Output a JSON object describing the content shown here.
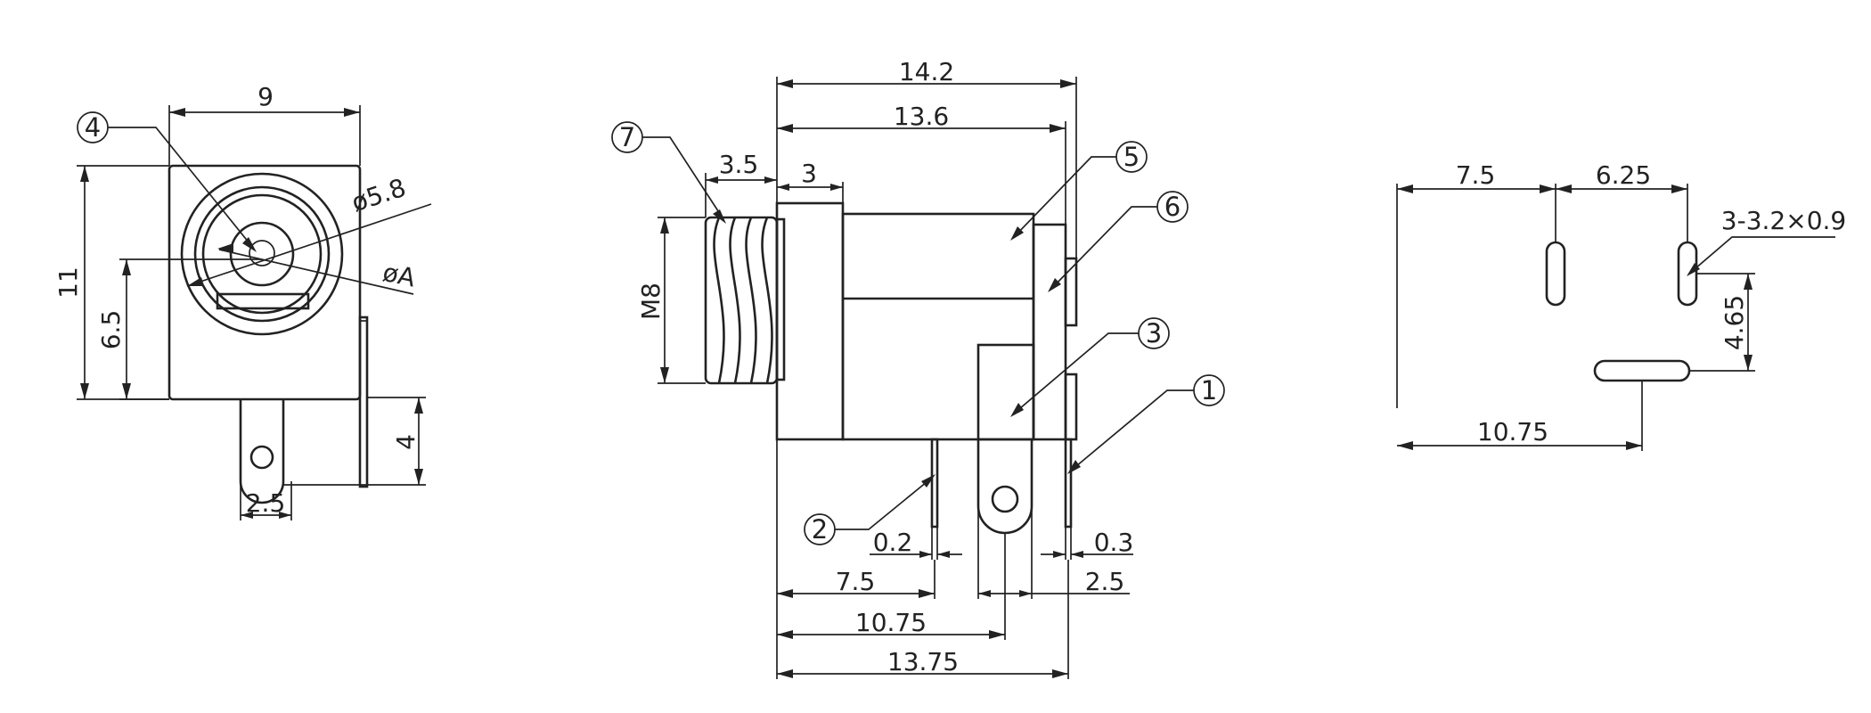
{
  "front_view": {
    "width": "9",
    "height": "11",
    "center_height": "6.5",
    "outer_dia": "ø5.8",
    "inner_dia": "øA",
    "lug_height": "4",
    "lug_width": "2.5",
    "callout_4": "4"
  },
  "side_view": {
    "overall_len": "14.2",
    "body_len": "13.6",
    "thread_len": "3.5",
    "collar_len": "3",
    "thread_dia": "M8",
    "pin_thk_a": "0.2",
    "pin_thk_b": "0.3",
    "pin_pos_a": "7.5",
    "pin_pos_b": "10.75",
    "pin_pos_c": "13.75",
    "lug_width": "2.5",
    "callouts": [
      "7",
      "5",
      "6",
      "3",
      "1",
      "2"
    ]
  },
  "footprint_view": {
    "spacing_a": "7.5",
    "spacing_b": "6.25",
    "slot_spec": "3-3.2×0.9",
    "offset_v": "4.65",
    "offset_h": "10.75"
  },
  "colors": {
    "ink": "#222222",
    "paper": "#ffffff"
  }
}
